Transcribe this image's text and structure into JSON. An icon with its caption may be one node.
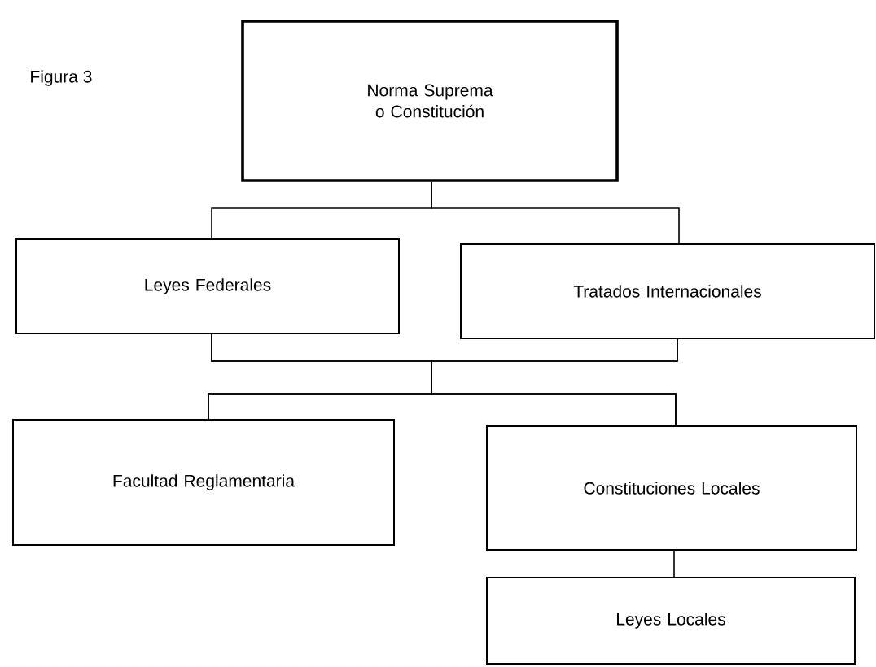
{
  "diagram": {
    "nodes": [
      {
        "text": [
          "Norma Suprema o Constitución"
        ]
      },
      {
        "text": [
          "Leyes Federales"
        ]
      },
      {
        "text": [
          "Tratados Internacionales"
        ]
      },
      {
        "text": [
          "Facultad Reglamentaria"
        ]
      },
      {
        "text": [
          "Constituciones Locales"
        ]
      },
      {
        "text": [
          "Leyes Locales"
        ]
      }
    ],
    "edges": [
      {
        "from": 0,
        "to": 1,
        "arrow": "none"
      },
      {
        "from": 0,
        "to": 2,
        "arrow": "none"
      },
      {
        "from": 1,
        "to": 3,
        "arrow": "none"
      },
      {
        "from": 1,
        "to": 4,
        "arrow": "none"
      },
      {
        "from": 2,
        "to": 3,
        "arrow": "none"
      },
      {
        "from": 2,
        "to": 4,
        "arrow": "none"
      },
      {
        "from": 4,
        "to": 5,
        "arrow": "none"
      }
    ],
    "labels": [
      "Figura 3"
    ]
  }
}
